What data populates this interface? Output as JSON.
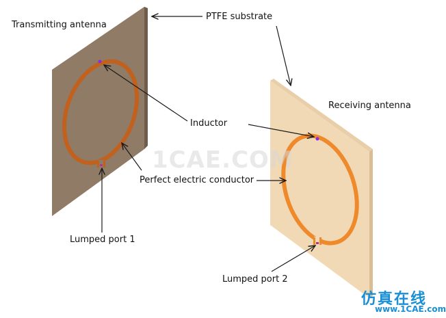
{
  "labels": {
    "transmitting": "Transmitting antenna",
    "ptfe": "PTFE substrate",
    "receiving": "Receiving antenna",
    "inductor": "Inductor",
    "pec": "Perfect electric conductor",
    "port1": "Lumped port 1",
    "port2": "Lumped port 2"
  },
  "watermark": {
    "center": "1CAE.COM",
    "logo_cn": "仿真在线",
    "logo_url": "www.1CAE.com"
  },
  "colors": {
    "tx_substrate": "#8f7b66",
    "rx_substrate": "#f1d9b5",
    "tx_loop": "#c2611d",
    "rx_loop": "#ee8a2c",
    "inductor": "#8a2be2",
    "watermark_blue": "#1a8fd6"
  }
}
